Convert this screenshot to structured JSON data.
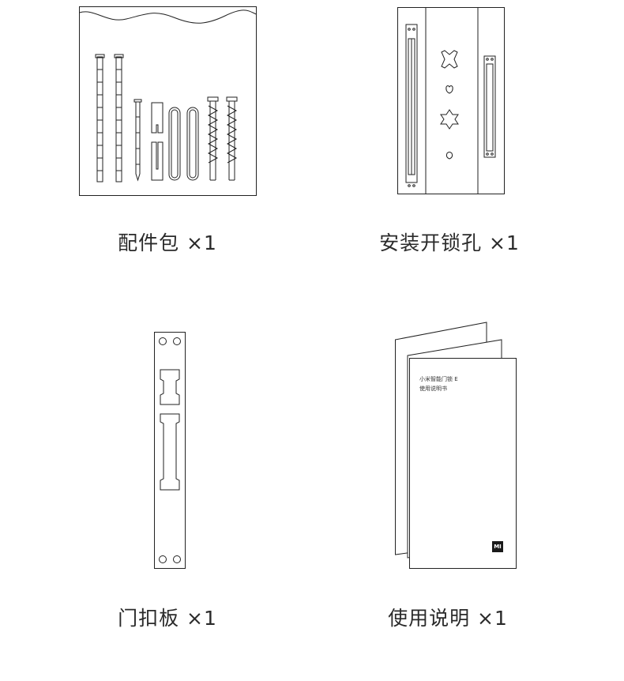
{
  "items": [
    {
      "id": "accessory-pack",
      "label": "配件包 ×1",
      "icon": "accessory-bag-icon"
    },
    {
      "id": "installation-template",
      "label": "安装开锁孔 ×1",
      "icon": "drilling-template-icon"
    },
    {
      "id": "strike-plate",
      "label": "门扣板 ×1",
      "icon": "strike-plate-icon"
    },
    {
      "id": "user-manual",
      "label": "使用说明 ×1",
      "icon": "manual-booklet-icon"
    }
  ],
  "manual": {
    "title": "小米智能门锁 E",
    "subtitle": "使用说明书",
    "logo": "MI"
  }
}
